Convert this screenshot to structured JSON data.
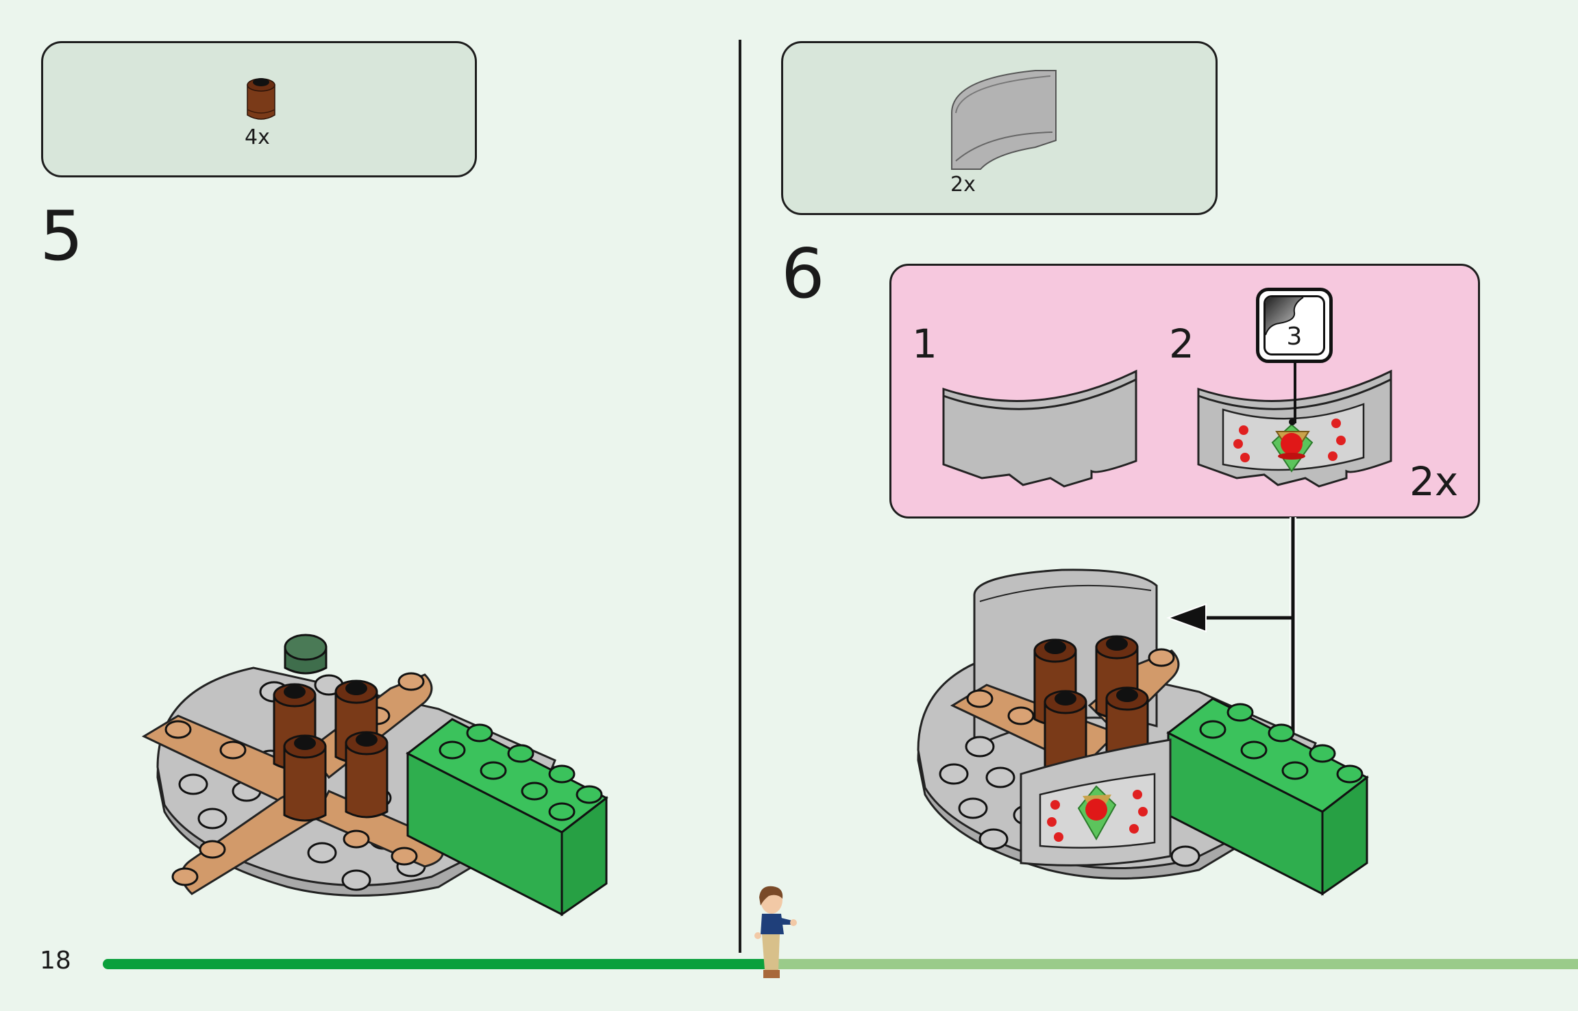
{
  "page": {
    "page_number": "18",
    "progress_fraction": 0.45,
    "colors": {
      "background": "#ebf5ed",
      "parts_box": "#d8e6da",
      "callout": "#f6c8de",
      "progress_done": "#0aa03c",
      "progress_remaining": "#9acb8a"
    }
  },
  "step5": {
    "number": "5",
    "parts": [
      {
        "icon": "brown-round-brick-1x1",
        "quantity": "4x"
      }
    ]
  },
  "step6": {
    "number": "6",
    "parts": [
      {
        "icon": "gray-curved-wall-panel",
        "quantity": "2x"
      }
    ],
    "substeps": {
      "items": [
        {
          "number": "1",
          "icon": "plain-curved-panel"
        },
        {
          "number": "2",
          "icon": "stickered-curved-panel",
          "sticker_number": "3"
        }
      ],
      "multiplier": "2x"
    }
  }
}
